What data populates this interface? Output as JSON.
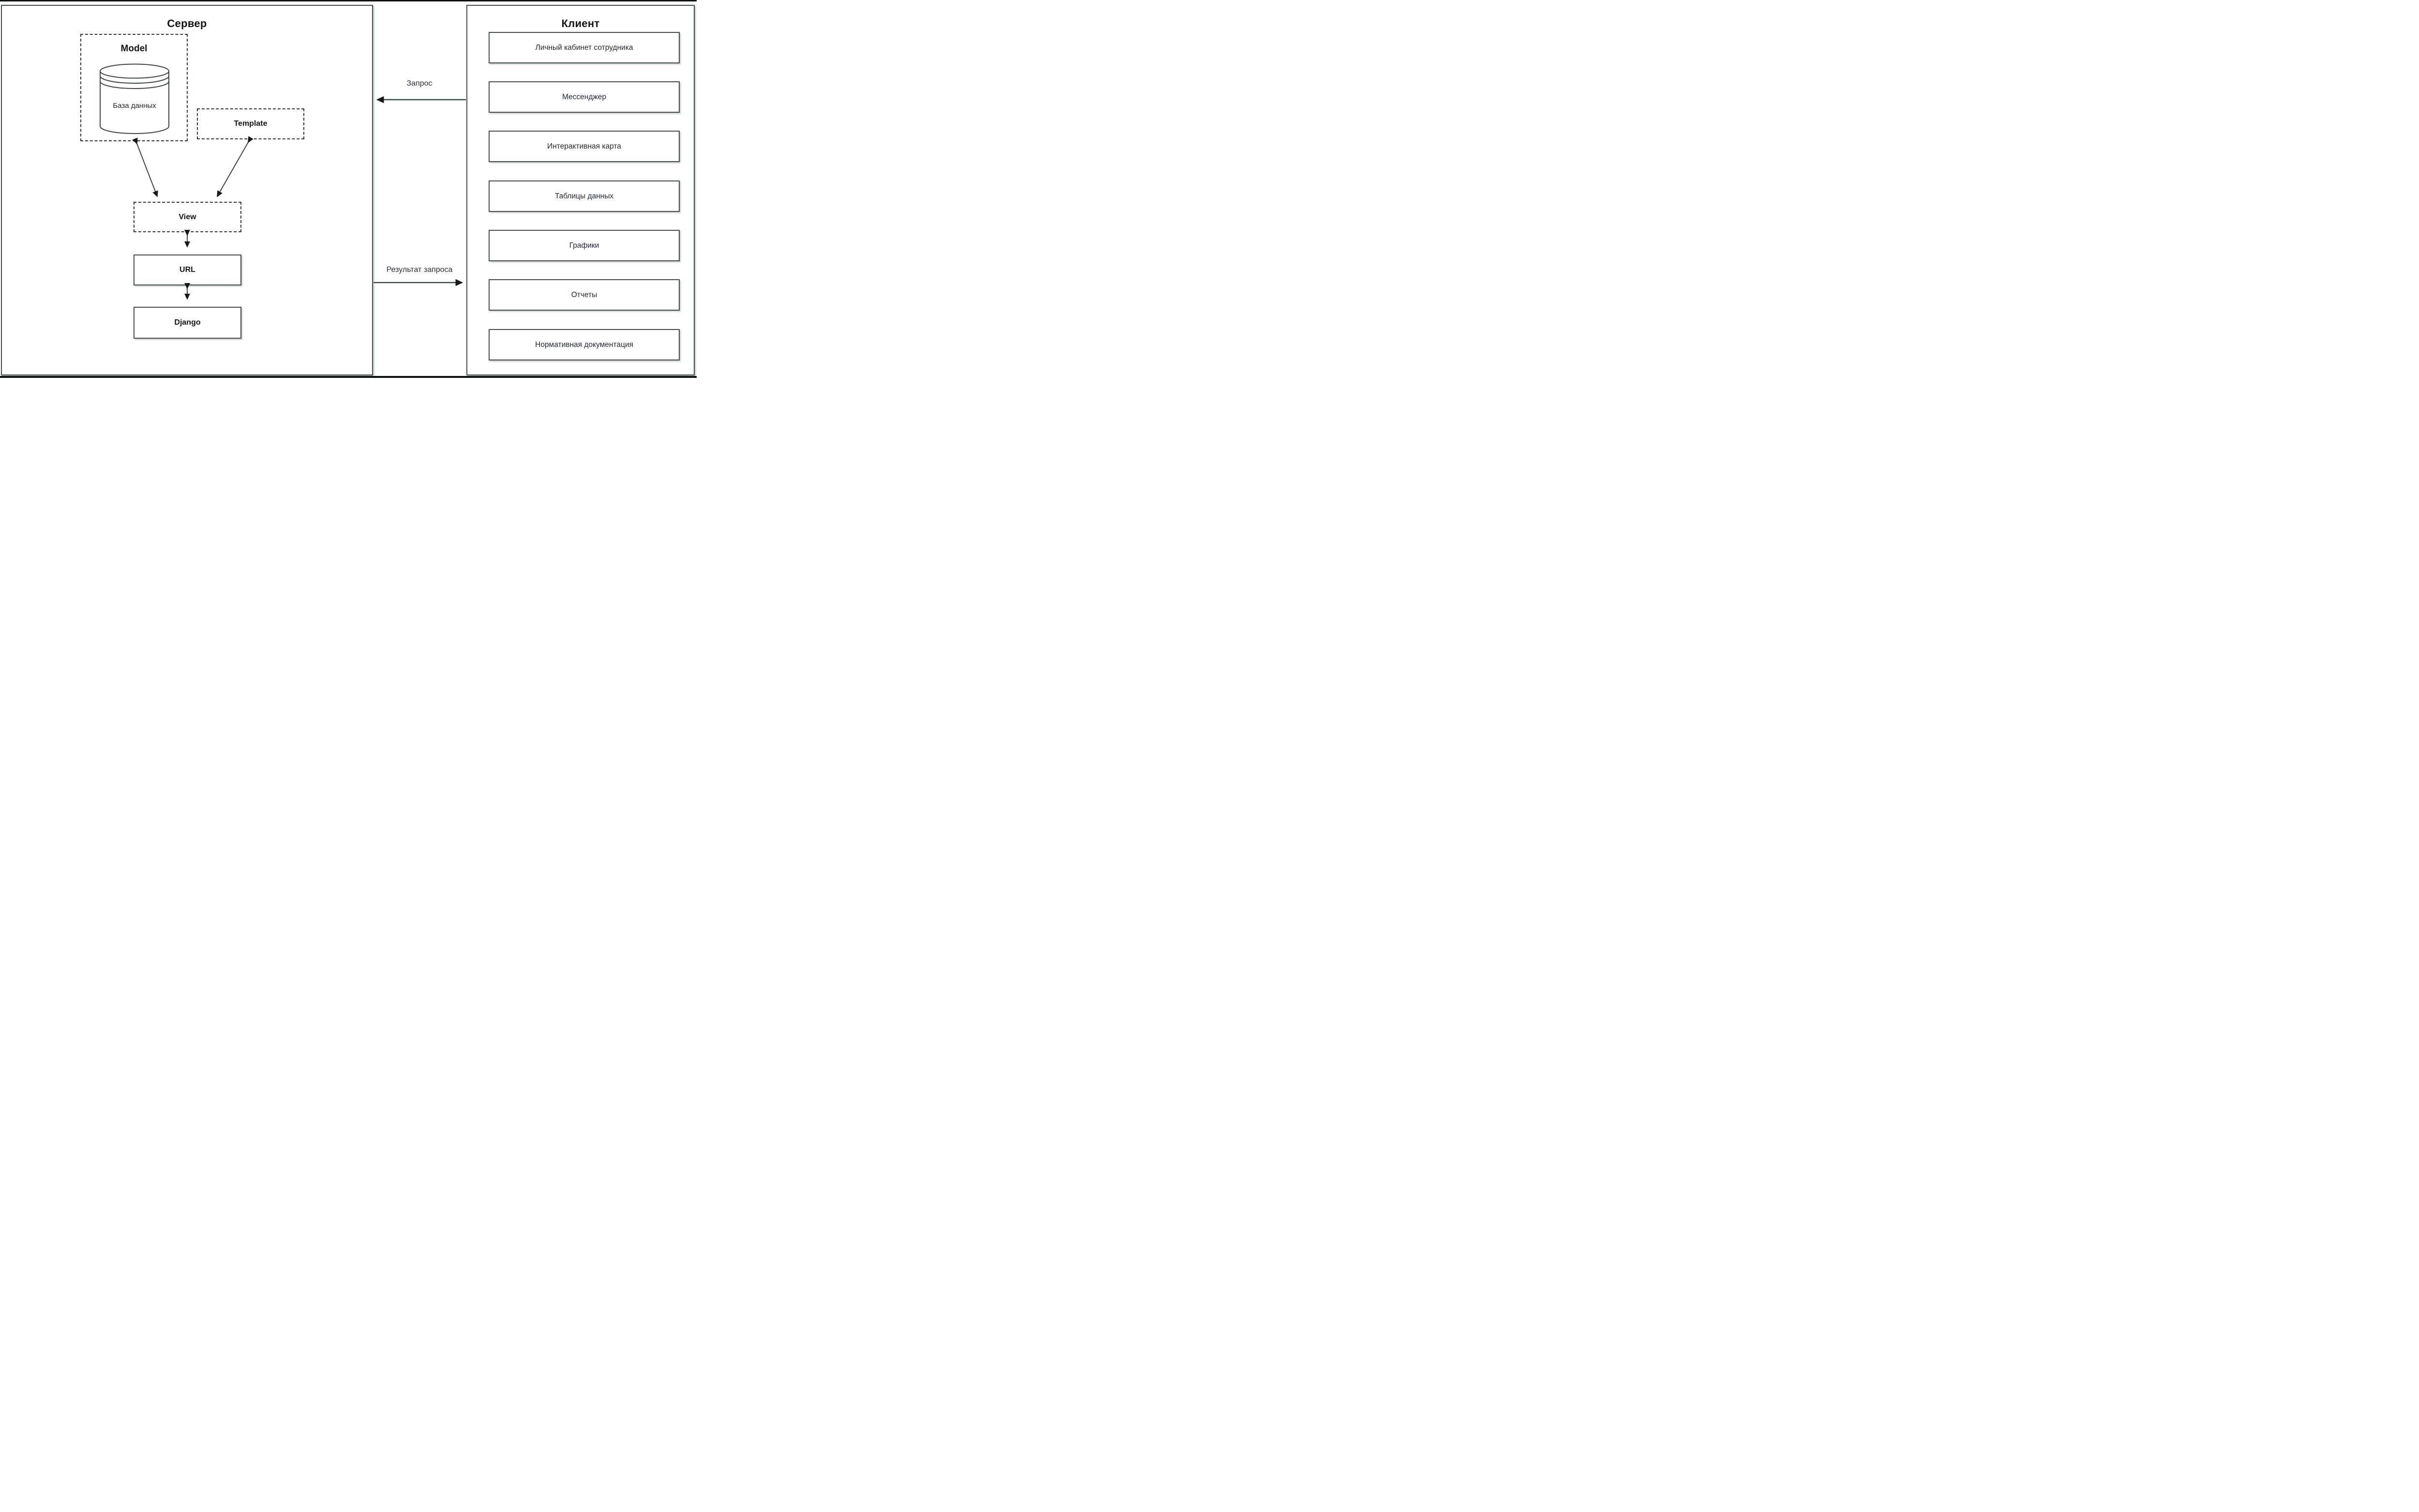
{
  "window": {
    "top_bar": "",
    "bottom_bar": ""
  },
  "colors": {
    "background": "#ffffff",
    "frame_bar": "#0e1113",
    "box_border": "#434e50",
    "dashed_border": "#2e3739",
    "arrow": "#39464a",
    "text": "#1c2430"
  },
  "server": {
    "title": "Сервер",
    "model_label": "Model",
    "database_label": "База данных",
    "template_label": "Template",
    "view_label": "View",
    "url_label": "URL",
    "django_label": "Django"
  },
  "client": {
    "title": "Клиент",
    "items": [
      "Личный кабинет сотрудника",
      "Мессенджер",
      "Интерактивная карта",
      "Таблицы данных",
      "Графики",
      "Отчеты",
      "Нормативная документация"
    ]
  },
  "flows": {
    "request_label": "Запрос",
    "response_label": "Результат запроса"
  }
}
